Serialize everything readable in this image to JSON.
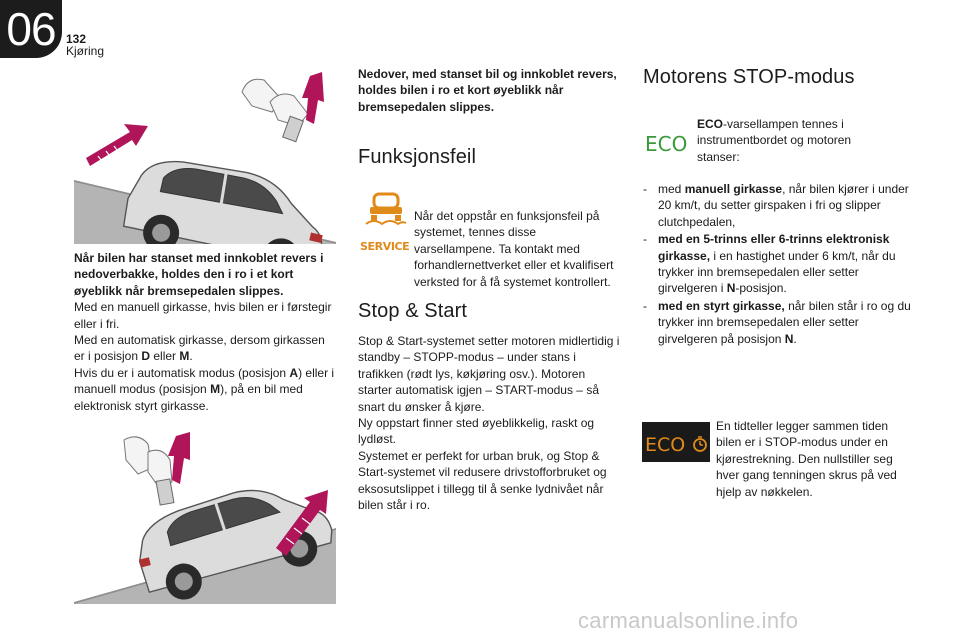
{
  "header": {
    "chapter_number": "06",
    "page_number": "132",
    "chapter_title": "Kjøring"
  },
  "left_column": {
    "para1_bold": "Når bilen har stanset med innkoblet revers i nedoverbakke, holdes den i ro i et kort øyeblikk når bremsepedalen slippes.",
    "para2_line1": "Med en manuell girkasse, hvis bilen er i førstegir eller i fri.",
    "para3_prefix": "Med en automatisk girkasse, dersom girkassen er i posisjon ",
    "para3_D": "D",
    "para3_mid": " eller ",
    "para3_M": "M",
    "para3_end": ".",
    "para4_prefix": "Hvis du er i automatisk modus (posisjon ",
    "para4_A": "A",
    "para4_mid": ") eller i manuell modus (posisjon ",
    "para4_M": "M",
    "para4_end": "), på en bil med elektronisk styrt girkasse."
  },
  "middle_column": {
    "intro_bold": "Nedover, med stanset bil og innkoblet revers, holdes bilen i ro et kort øyeblikk når bremsepedalen slippes.",
    "funksjonsfeil_heading": "Funksjonsfeil",
    "service_label": "SERVICE",
    "funksjonsfeil_text": "Når det oppstår en funksjonsfeil på systemet, tennes disse varsellampene. Ta kontakt med forhandlernettverket eller et kvalifisert verksted for å få systemet kontrollert.",
    "stopstart_heading": "Stop & Start",
    "stopstart_p1": "Stop & Start-systemet setter motoren midlertidig i standby – STOPP-modus – under stans i trafikken (rødt lys, køkjøring osv.). Motoren starter automatisk igjen – START-modus – så snart du ønsker å kjøre.",
    "stopstart_p2": "Ny oppstart finner sted øyeblikkelig, raskt og lydløst.",
    "stopstart_p3": "Systemet er perfekt for urban bruk, og Stop & Start-systemet vil redusere drivstofforbruket og eksosutslippet i tillegg til å senke lydnivået når bilen står i ro."
  },
  "right_column": {
    "heading": "Motorens STOP-modus",
    "eco_icon_label": "ECO",
    "eco_bold": "ECO",
    "eco_text": "-varsellampen tennes i instrumentbordet og motoren stanser:",
    "list": [
      {
        "dash": "-",
        "pre": "med ",
        "bold": "manuell girkasse",
        "post": ", når bilen kjører i under 20 km/t, du setter girspaken i fri og slipper clutchpedalen,"
      },
      {
        "dash": "-",
        "pre": "",
        "bold": "med en 5-trinns eller 6-trinns elektronisk girkasse,",
        "post": " i en hastighet under 6 km/t, når du trykker inn bremsepedalen eller setter girvelgeren i ",
        "bold2": "N",
        "post2": "-posisjon."
      },
      {
        "dash": "-",
        "pre": "",
        "bold": "med en styrt girkasse,",
        "post": " når bilen står i ro og du trykker inn bremsepedalen eller setter girvelgeren på posisjon ",
        "bold2": "N",
        "post2": "."
      }
    ],
    "eco_counter_label": "ECO",
    "counter_text": "En tidteller legger sammen tiden bilen er i STOP-modus under en kjørestrekning. Den nullstiller seg hver gang tenningen skrus på ved hjelp av nøkkelen."
  },
  "footer": {
    "watermark": "carmanualsonline.info"
  },
  "colors": {
    "eco_green": "#3a9a3a",
    "service_orange": "#e08a1a",
    "arrow_magenta": "#b0155a",
    "slope_gray": "#b4b4b4",
    "badge_dark": "#1c1c1c"
  }
}
